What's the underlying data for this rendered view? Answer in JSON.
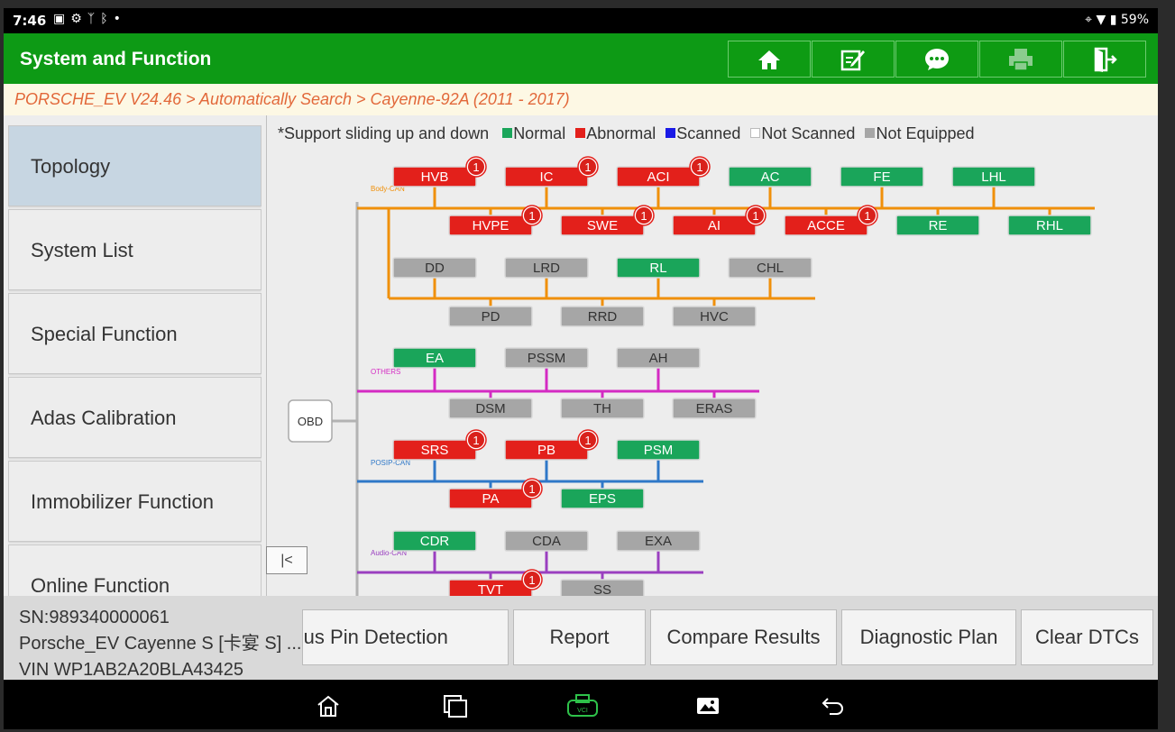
{
  "status_bar": {
    "time": "7:46",
    "battery": "59%",
    "left_icons": [
      "image-icon",
      "gear-icon",
      "signal-icon",
      "bluetooth-icon",
      "dot-icon"
    ]
  },
  "header": {
    "title": "System and Function",
    "buttons": [
      "home-icon",
      "edit-icon",
      "chat-icon",
      "print-icon",
      "exit-icon"
    ]
  },
  "breadcrumb": "PORSCHE_EV V24.46 > Automatically Search > Cayenne-92A (2011 - 2017)",
  "sidebar": {
    "items": [
      {
        "label": "Topology",
        "active": true
      },
      {
        "label": "System List"
      },
      {
        "label": "Special Function"
      },
      {
        "label": "Adas Calibration"
      },
      {
        "label": "Immobilizer Function"
      },
      {
        "label": "Online Function"
      }
    ]
  },
  "legend": {
    "prefix": "*Support sliding up and down",
    "items": [
      {
        "label": "Normal",
        "color": "#1aa55a"
      },
      {
        "label": "Abnormal",
        "color": "#e3201b"
      },
      {
        "label": "Scanned",
        "color": "#1a1ae6"
      },
      {
        "label": "Not Scanned",
        "color": "#ffffff"
      },
      {
        "label": "Not Equipped",
        "color": "#a6a6a6"
      }
    ]
  },
  "topology": {
    "root": "OBD",
    "buses": [
      {
        "name": "Body-CAN",
        "color": "#f0900a",
        "nodes": [
          {
            "label": "HVB",
            "status": "abnormal",
            "badge": "1"
          },
          {
            "label": "IC",
            "status": "abnormal",
            "badge": "1"
          },
          {
            "label": "ACI",
            "status": "abnormal",
            "badge": "1"
          },
          {
            "label": "AC",
            "status": "normal"
          },
          {
            "label": "FE",
            "status": "normal"
          },
          {
            "label": "LHL",
            "status": "normal"
          },
          {
            "label": "HVPE",
            "status": "abnormal",
            "badge": "1"
          },
          {
            "label": "SWE",
            "status": "abnormal",
            "badge": "1"
          },
          {
            "label": "AI",
            "status": "abnormal",
            "badge": "1"
          },
          {
            "label": "ACCE",
            "status": "abnormal",
            "badge": "1"
          },
          {
            "label": "RE",
            "status": "normal"
          },
          {
            "label": "RHL",
            "status": "normal"
          },
          {
            "label": "DD",
            "status": "not_equipped"
          },
          {
            "label": "LRD",
            "status": "not_equipped"
          },
          {
            "label": "RL",
            "status": "normal"
          },
          {
            "label": "CHL",
            "status": "not_equipped"
          },
          {
            "label": "PD",
            "status": "not_equipped"
          },
          {
            "label": "RRD",
            "status": "not_equipped"
          },
          {
            "label": "HVC",
            "status": "not_equipped"
          }
        ]
      },
      {
        "name": "OTHERS",
        "color": "#d42ac3",
        "nodes": [
          {
            "label": "EA",
            "status": "normal"
          },
          {
            "label": "PSSM",
            "status": "not_equipped"
          },
          {
            "label": "AH",
            "status": "not_equipped"
          },
          {
            "label": "DSM",
            "status": "not_equipped"
          },
          {
            "label": "TH",
            "status": "not_equipped"
          },
          {
            "label": "ERAS",
            "status": "not_equipped"
          }
        ]
      },
      {
        "name": "POSIP-CAN",
        "color": "#2f78c8",
        "nodes": [
          {
            "label": "SRS",
            "status": "abnormal",
            "badge": "1"
          },
          {
            "label": "PB",
            "status": "abnormal",
            "badge": "1"
          },
          {
            "label": "PSM",
            "status": "normal"
          },
          {
            "label": "PA",
            "status": "abnormal",
            "badge": "1"
          },
          {
            "label": "EPS",
            "status": "normal"
          }
        ]
      },
      {
        "name": "Audio-CAN",
        "color": "#9a3fc0",
        "nodes": [
          {
            "label": "CDR",
            "status": "normal"
          },
          {
            "label": "CDA",
            "status": "not_equipped"
          },
          {
            "label": "EXA",
            "status": "not_equipped"
          },
          {
            "label": "TVT",
            "status": "abnormal",
            "badge": "1"
          },
          {
            "label": "SS",
            "status": "not_equipped"
          }
        ]
      }
    ]
  },
  "info": {
    "sn": "SN:989340000061",
    "vehicle": "Porsche_EV Cayenne S [卡宴 S] ...",
    "vin": "VIN WP1AB2A20BLA43425"
  },
  "actions": [
    "Bus Pin Detection",
    "Report",
    "Compare Results",
    "Diagnostic Plan",
    "Clear DTCs"
  ],
  "nav": [
    "home-icon",
    "recents-icon",
    "vci-icon",
    "gallery-icon",
    "back-icon"
  ]
}
